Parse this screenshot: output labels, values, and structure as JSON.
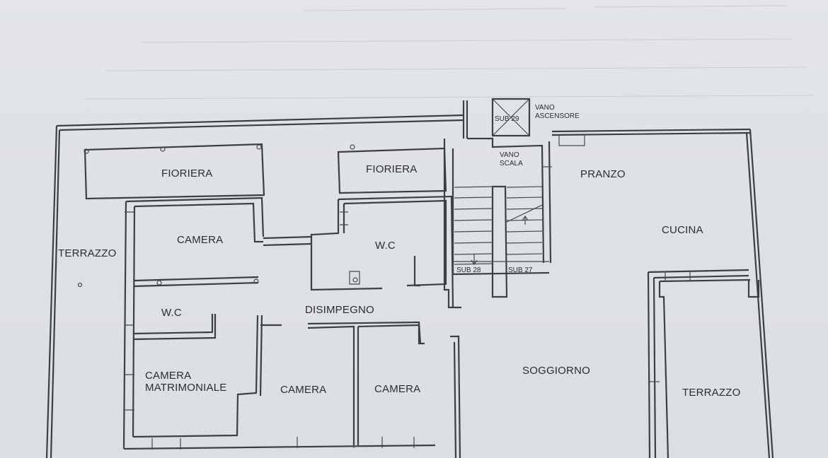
{
  "labels": {
    "fioriera_1": "FIORIERA",
    "fioriera_2": "FIORIERA",
    "camera_1": "CAMERA",
    "terrazzo_left": "TERRAZZO",
    "wc_1": "W.C",
    "wc_2": "W.C",
    "disimpegno": "DISIMPEGNO",
    "camera_matrimoniale_1": "CAMERA",
    "camera_matrimoniale_2": "MATRIMONIALE",
    "camera_2": "CAMERA",
    "camera_3": "CAMERA",
    "soggiorno": "SOGGIORNO",
    "terrazzo_right": "TERRAZZO",
    "pranzo": "PRANZO",
    "cucina": "CUCINA",
    "vano_scala_1": "VANO",
    "vano_scala_2": "SCALA",
    "vano_ascensore_1": "VANO",
    "vano_ascensore_2": "ASCENSORE",
    "sub_29": "SUB 29",
    "sub_28": "SUB 28",
    "sub_27": "SUB 27"
  },
  "colors": {
    "paper": "#dfe2e5",
    "ink": "#3c3f44"
  }
}
